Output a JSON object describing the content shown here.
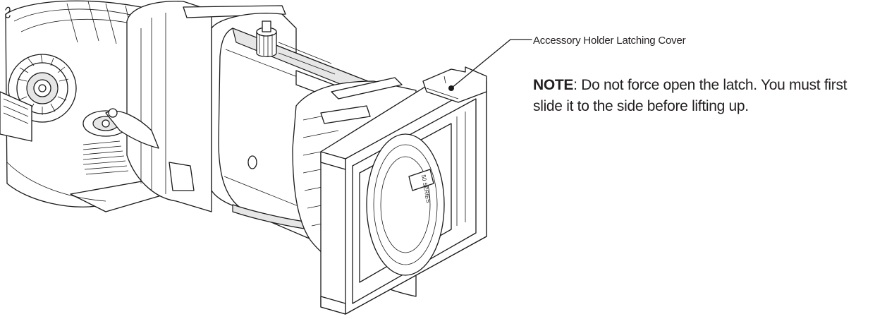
{
  "callout": {
    "label": "Accessory Holder Latching Cover"
  },
  "note": {
    "label": "NOTE",
    "text": ": Do not force open the latch. You must first slide it to the side before lifting up."
  },
  "colors": {
    "line": "#1a1a1a",
    "text": "#231f20",
    "background": "#ffffff"
  }
}
